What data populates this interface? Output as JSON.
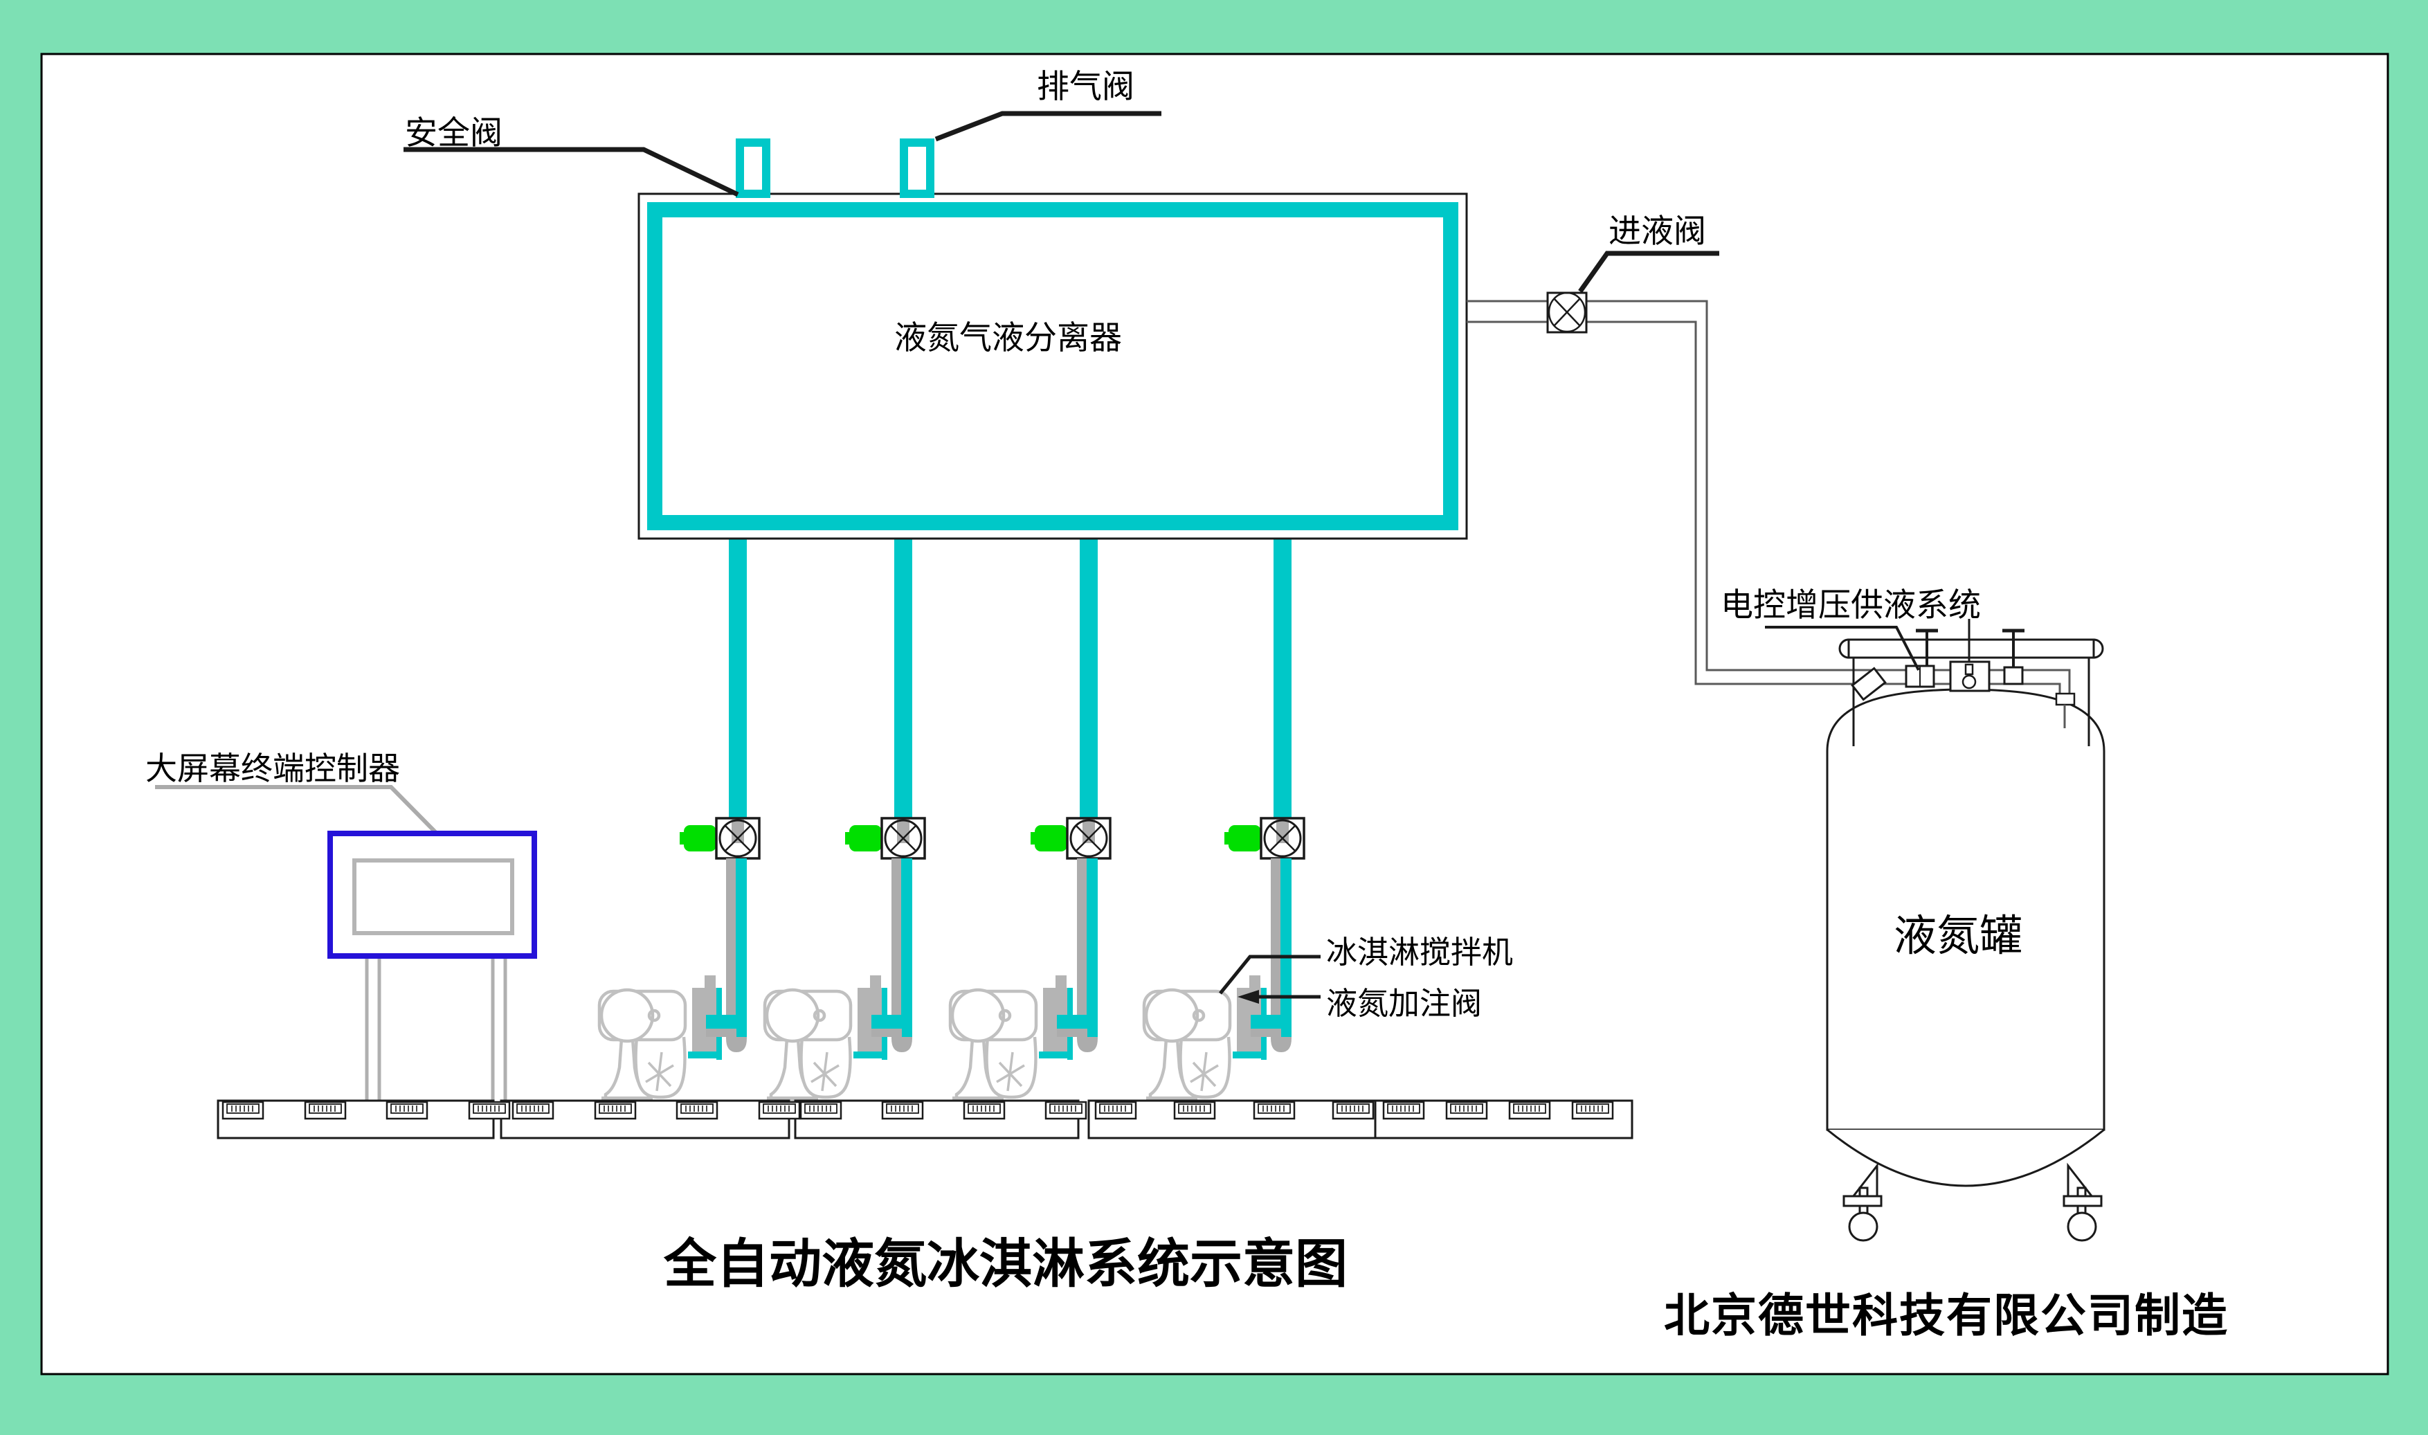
{
  "colors": {
    "background_mint": "#7DE0B4",
    "pipe_cyan": "#00C8C8",
    "actuator_green": "#00DF00",
    "machine_gray": "#C0C0C0",
    "monitor_blue": "#2512D8",
    "bar_gray": "#B4B4B4",
    "mid_gray": "#ACACAC",
    "line_dark": "#1A1A1A",
    "pipe_line_gray": "#5A5A5A",
    "leader_gray": "#ABABAB"
  },
  "diagram": {
    "title": "全自动液氮冰淇淋系统示意图",
    "manufacturer": "北京德世科技有限公司制造",
    "labels": {
      "safety_valve": "安全阀",
      "exhaust_valve": "排气阀",
      "inlet_valve": "进液阀",
      "separator": "液氮气液分离器",
      "supply_system": "电控增压供液系统",
      "controller": "大屏幕终端控制器",
      "mixer": "冰淇淋搅拌机",
      "filling_valve": "液氮加注阀",
      "tank": "液氮罐"
    }
  }
}
